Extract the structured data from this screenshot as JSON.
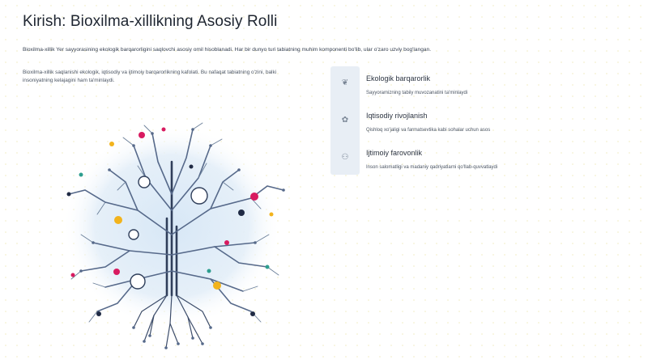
{
  "page": {
    "title": "Kirish: Bioxilma-xillikning Asosiy Rolli",
    "intro": "Bioxilma-xillik Yer sayyorasining ekologik barqarorligini saqlovchi asosiy omil hisoblanadi. Har bir dunyo turi tabiatning muhim komponenti bo'lib, ular o'zaro uzviy bog'langan.",
    "description": "Bioxilma-xillik saqlanishi ekologik, iqtisodiy va ijtimoiy barqarorlikning kafolati. Bu nafaqat tabiatning o'zini, balki insoniyatning kelajagini ham ta'minlaydi."
  },
  "features": [
    {
      "icon": "leaf-icon",
      "glyph": "❦",
      "title": "Ekologik barqarorlik",
      "text": "Sayyoramizning tabiiy muvozanatini ta'minlaydi"
    },
    {
      "icon": "sprout-icon",
      "glyph": "✿",
      "title": "Iqtisodiy rivojlanish",
      "text": "Qishloq xo'jaligi va farmatsevtika kabi sohalar uchun asos"
    },
    {
      "icon": "people-icon",
      "glyph": "⚇",
      "title": "Ijtimoiy farovonlik",
      "text": "Inson salomatligi va madaniy qadriyatlarni qo'llab-quvvatlaydi"
    }
  ],
  "colors": {
    "trunk": "#2f3e5a",
    "branch": "#56698a",
    "halo": "#dbe9f6",
    "accent_red": "#d81b60",
    "accent_yellow": "#f2b31c",
    "accent_navy": "#1f2a44",
    "accent_teal": "#2e9e8f",
    "accent_slate": "#6b7f99"
  }
}
